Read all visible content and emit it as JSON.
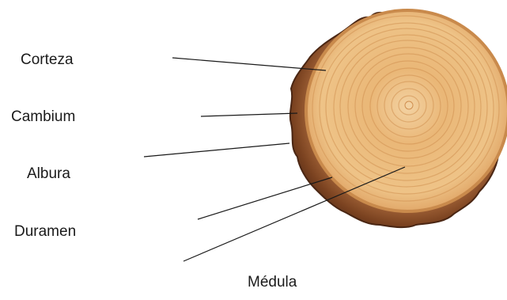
{
  "labels": {
    "corteza": "Corteza",
    "cambium": "Cambium",
    "albura": "Albura",
    "duramen": "Duramen",
    "medula": "Médula"
  },
  "colors": {
    "bark_dark": "#4a2613",
    "bark": "#7a4220",
    "bark_light": "#a8683b",
    "cambium": "#c98a4c",
    "sapwood": "#eec387",
    "heartwood": "#e7ae6c",
    "ring": "#d08f50",
    "pith": "#f3d2a2",
    "leader_line": "#1a1a1a"
  }
}
